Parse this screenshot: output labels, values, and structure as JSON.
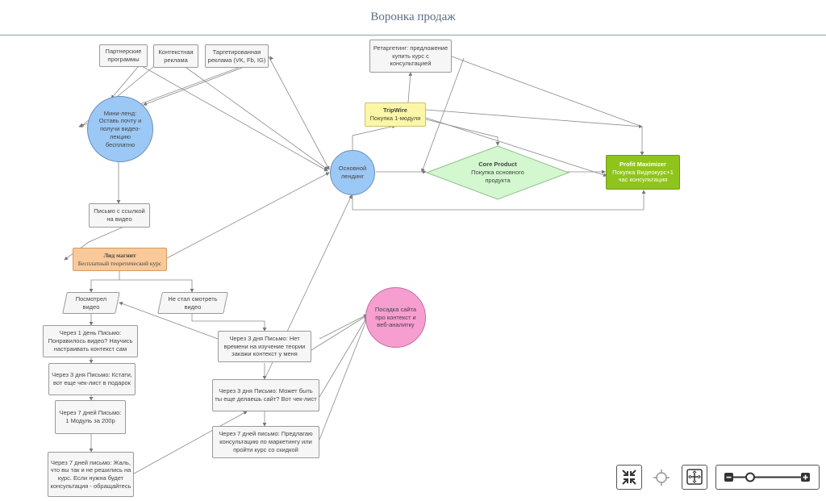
{
  "page": {
    "title": "Воронка продаж"
  },
  "nodes": {
    "partner": "Партнерские программы",
    "context_ads": "Контекстная реклама",
    "target_ads": "Таргетированная реклама (VK, Fb, IG)",
    "mini_landing": "Мини-ленд: Оставь почту и получи видео-лекцию бесплатно",
    "retargeting": "Ретаргетинг: предложение купить курс с консультацией",
    "tripwire_title": "TripWire",
    "tripwire_sub": "Покупка 1-модуля",
    "main_landing": "Основной лендинг",
    "core_title": "Core Product",
    "core_sub": "Покупка основного продукта",
    "profit_title": "Profit Maximizer",
    "profit_sub": "Покупка Видеокурс+1 час консультация",
    "letter_link": "Письмо с ссылкой на видео",
    "lead_title": "Лид магнит",
    "lead_sub": "Бесплатный теоретический курс",
    "watched": "Посмотрел видео",
    "not_watched": "Не стал смотреть видео",
    "day1": "Через 1 день Письмо: Понравилось видео? Научись настраивать контекст сам",
    "day3_checklist": "Через 3 дня Письмо: Кстати, вот еще чек-лист в подарок",
    "day7_module": "Через 7 дней Письмо: 1 Модуль за 200р",
    "day7_sorry": "Через 7 дней письмо: Жаль, что вы так и не решились на курс. Если нужна будет консультация - обращайтесь",
    "day3_notime": "Через 3 дня Письмо: Нет времени на изучение теории закажи контекст у меня",
    "day3_site": "Через 3 дня Письмо: Может быть ты еще делаешь сайт? Вот чек-лист",
    "day7_consult": "Через 7 дней письмо: Предлагаю консультацию по маркетингу или пройти курс со скидкой",
    "landing_site": "Посадка сайта про контекст и веб-аналитку"
  },
  "colors": {
    "mini_landing": "#9cc8f5",
    "main_landing": "#9cc8f5",
    "tripwire": "#fbf7a6",
    "core": "#d3f7cf",
    "profit": "#8fc41c",
    "lead": "#f9c99a",
    "landing_site": "#f79ed0"
  },
  "controls": {
    "shrink": "shrink-icon",
    "center": "crosshair-icon",
    "fit": "fit-view-icon",
    "zoom_level": 0.25
  }
}
